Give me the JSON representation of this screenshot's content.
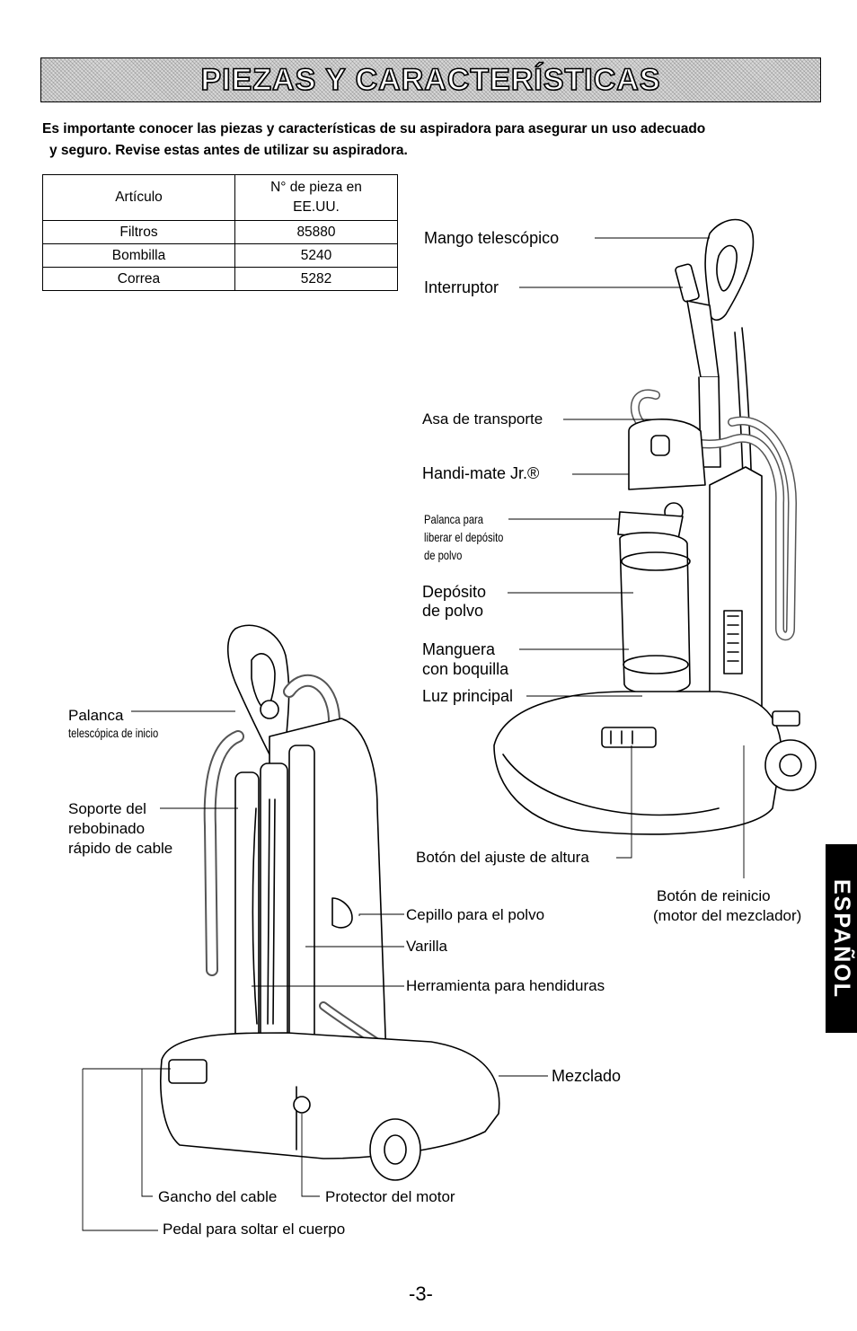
{
  "title": "PIEZAS Y CARACTERÍSTICAS",
  "intro": {
    "line1": "Es importante conocer las piezas y características de su aspiradora para asegurar un uso adecuado",
    "line2": "y seguro. Revise estas antes de utilizar su aspiradora."
  },
  "parts_table": {
    "header": {
      "article": "Artículo",
      "part_no_line1": "N° de pieza en",
      "part_no_line2": "EE.UU."
    },
    "rows": [
      {
        "article": "Filtros",
        "part_no": "85880"
      },
      {
        "article": "Bombilla",
        "part_no": "5240"
      },
      {
        "article": "Correa",
        "part_no": "5282"
      }
    ]
  },
  "labels_right": {
    "mango": "Mango telescópico",
    "interruptor": "Interruptor",
    "asa": "Asa de transporte",
    "handimate": "Handi-mate Jr.®",
    "palanca_dep_1": "Palanca para",
    "palanca_dep_2": "liberar el depósito",
    "palanca_dep_3": "de polvo",
    "deposito_1": "Depósito",
    "deposito_2": "de polvo",
    "manguera_1": "Manguera",
    "manguera_2": "con boquilla",
    "luz": "Luz principal",
    "boton_altura": "Botón del ajuste de altura",
    "boton_reinicio_1": "Botón de reinicio",
    "boton_reinicio_2": "(motor del mezclador)"
  },
  "labels_left": {
    "palanca_tel_1": "Palanca",
    "palanca_tel_2": "telescópica de inicio",
    "soporte_1": "Soporte del",
    "soporte_2": "rebobinado",
    "soporte_3": "rápido de cable",
    "cepillo": "Cepillo para el polvo",
    "varilla": "Varilla",
    "herramienta": "Herramienta para hendiduras",
    "mezclado": "Mezclado",
    "gancho": "Gancho del cable",
    "protector": "Protector del motor",
    "pedal": "Pedal para soltar el cuerpo"
  },
  "side_tab": "ESPAÑOL",
  "page_number": "-3-"
}
